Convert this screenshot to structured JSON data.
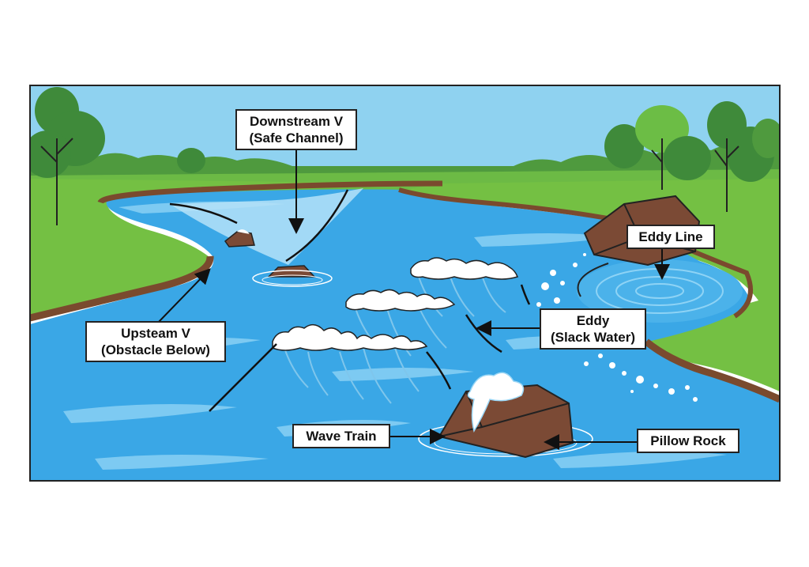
{
  "labels": {
    "downstream_v": {
      "line1": "Downstream V",
      "line2": "(Safe Channel)"
    },
    "upstream_v": {
      "line1": "Upsteam V",
      "line2": "(Obstacle Below)"
    },
    "eddy_line": {
      "line1": "Eddy Line"
    },
    "eddy": {
      "line1": "Eddy",
      "line2": "(Slack Water)"
    },
    "wave_train": {
      "line1": "Wave Train"
    },
    "pillow_rock": {
      "line1": "Pillow Rock"
    }
  },
  "colors": {
    "sky": "#8fd2f0",
    "grass": "#74c043",
    "grass_dark": "#5aa832",
    "river": "#3aa7e6",
    "river_light": "#8ed3f5",
    "bank": "#7a4a2e",
    "rock": "#7b4a35",
    "tree": "#3f8a3a",
    "foam": "#ffffff",
    "outline": "#222222"
  }
}
